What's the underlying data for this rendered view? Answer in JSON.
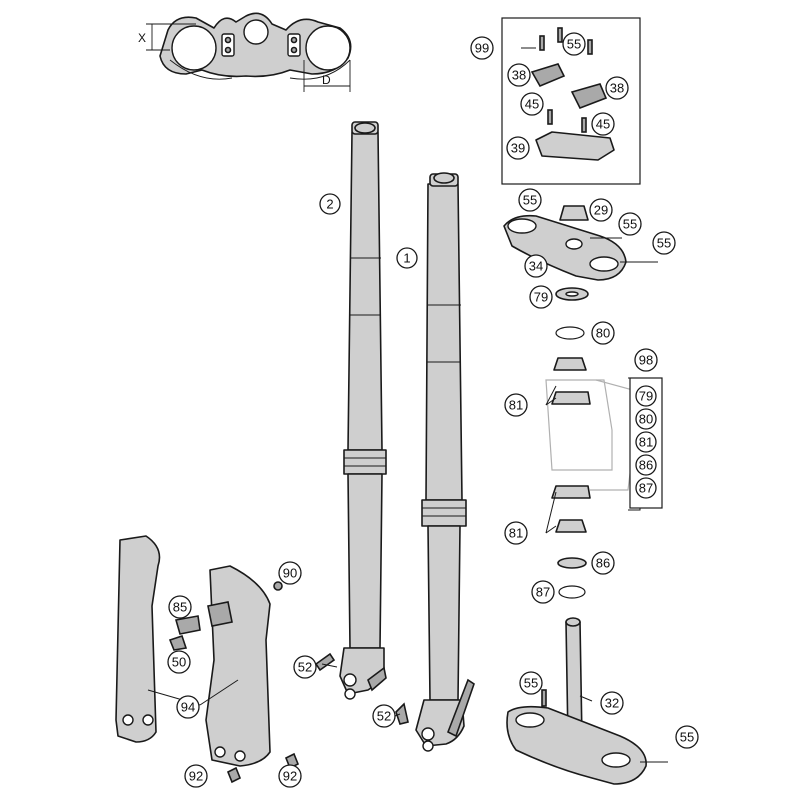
{
  "colors": {
    "line": "#1a1a1a",
    "part_fill": "#cfcfcf",
    "background": "#ffffff"
  },
  "dimensions": {
    "x_label": "X",
    "d_label": "D"
  },
  "refs": {
    "ref_1": "1",
    "ref_2": "2"
  },
  "callouts": {
    "c99": "99",
    "c55a": "55",
    "c38a": "38",
    "c38b": "38",
    "c45a": "45",
    "c45b": "45",
    "c39": "39",
    "c55b": "55",
    "c29": "29",
    "c55c": "55",
    "c55d": "55",
    "c34": "34",
    "c79": "79",
    "c80": "80",
    "c98": "98",
    "c81a": "81",
    "c81b": "81",
    "c86": "86",
    "c87": "87",
    "c32": "32",
    "c55e": "55",
    "c55f": "55",
    "c90": "90",
    "c85": "85",
    "c50": "50",
    "c52a": "52",
    "c52b": "52",
    "c94": "94",
    "c92a": "92",
    "c92b": "92"
  },
  "kit_98_items": [
    "79",
    "80",
    "81",
    "86",
    "87"
  ]
}
